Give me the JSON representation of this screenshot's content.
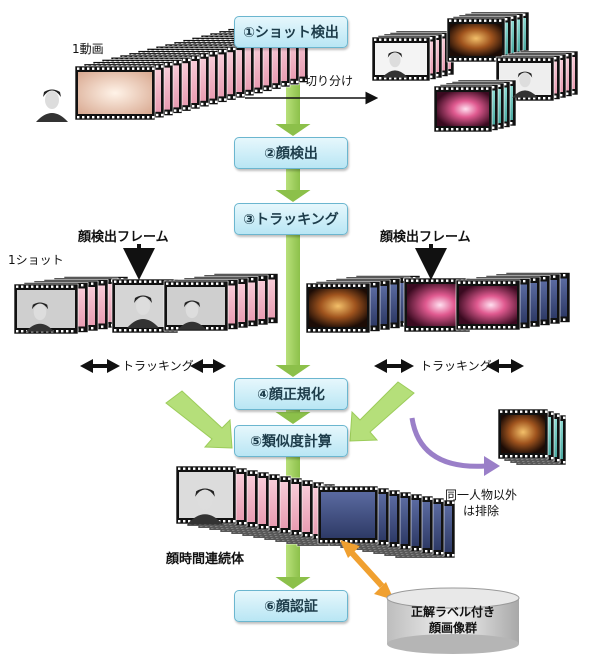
{
  "steps": [
    "①ショット検出",
    "②顔検出",
    "③トラッキング",
    "④顔正規化",
    "⑤類似度計算",
    "⑥顔認証"
  ],
  "labels": {
    "video": "1動画",
    "split": "切り分け",
    "shot": "1ショット",
    "face_frame_left": "顔検出フレーム",
    "face_frame_right": "顔検出フレーム",
    "tracking_left": "トラッキング",
    "tracking_right": "トラッキング",
    "exclude_line1": "同一人物以外",
    "exclude_line2": "は排除",
    "continuum": "顔時間連続体",
    "db_line1": "正解ラベル付き",
    "db_line2": "顔画像群"
  },
  "colors": {
    "step_fill_top": "#e6f7fc",
    "step_fill_bottom": "#b9e6f4",
    "step_border": "#6bb6cf",
    "green_arrow": "#9ccc5a",
    "pink_frame": "#f1b3c4",
    "blue_frame": "#3b4a7c",
    "teal_frame": "#6cc8c0",
    "orange_arrow": "#f0a030",
    "purple_arrow": "#9a7fc8"
  }
}
